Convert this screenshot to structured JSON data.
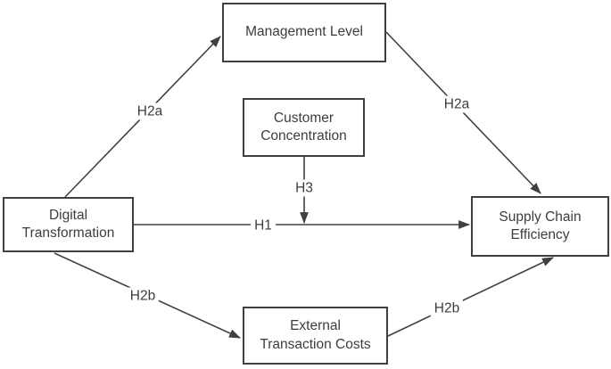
{
  "diagram": {
    "type": "path-model",
    "nodes": {
      "management_level": "Management Level",
      "customer_concentration": "Customer Concentration",
      "digital_transformation": "Digital Transformation",
      "supply_chain_efficiency": "Supply Chain Efficiency",
      "external_transaction_costs": "External Transaction Costs"
    },
    "edge_labels": {
      "h2a_left": "H2a",
      "h2a_right": "H2a",
      "h1": "H1",
      "h3": "H3",
      "h2b_left": "H2b",
      "h2b_right": "H2b"
    },
    "edges": [
      {
        "from": "Digital Transformation",
        "to": "Management Level",
        "label": "H2a",
        "arrow": "end"
      },
      {
        "from": "Management Level",
        "to": "Supply Chain Efficiency",
        "label": "H2a",
        "arrow": "end"
      },
      {
        "from": "Digital Transformation",
        "to": "Supply Chain Efficiency",
        "label": "H1",
        "arrow": "end"
      },
      {
        "from": "Customer Concentration",
        "to": "H1 path",
        "label": "H3",
        "arrow": "end"
      },
      {
        "from": "Digital Transformation",
        "to": "External Transaction Costs",
        "label": "H2b",
        "arrow": "end"
      },
      {
        "from": "External Transaction Costs",
        "to": "Supply Chain Efficiency",
        "label": "H2b",
        "arrow": "end"
      }
    ],
    "colors": {
      "line": "#404040",
      "border": "#404040",
      "text": "#3d3d3d",
      "background": "#ffffff"
    }
  }
}
